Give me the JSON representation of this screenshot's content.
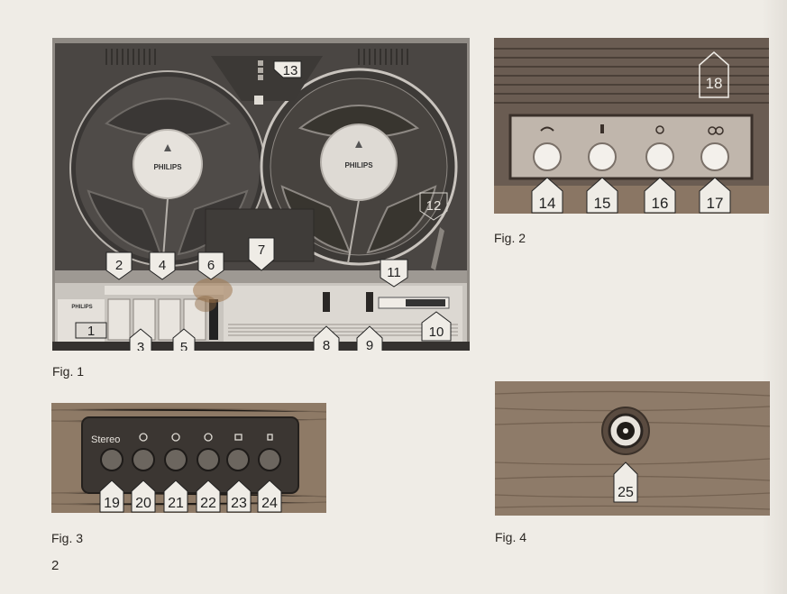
{
  "page_number": "2",
  "figures": {
    "fig1": {
      "caption": "Fig. 1",
      "brand_labels": [
        "PHILIPS",
        "PHILIPS",
        "PHILIPS"
      ],
      "callouts": [
        "1",
        "2",
        "3",
        "4",
        "5",
        "6",
        "7",
        "8",
        "9",
        "10",
        "11",
        "12",
        "13"
      ]
    },
    "fig2": {
      "caption": "Fig. 2",
      "callouts": [
        "14",
        "15",
        "16",
        "17",
        "18"
      ]
    },
    "fig3": {
      "caption": "Fig. 3",
      "panel_label": "Stereo",
      "callouts": [
        "19",
        "20",
        "21",
        "22",
        "23",
        "24"
      ]
    },
    "fig4": {
      "caption": "Fig. 4",
      "callouts": [
        "25"
      ]
    }
  }
}
